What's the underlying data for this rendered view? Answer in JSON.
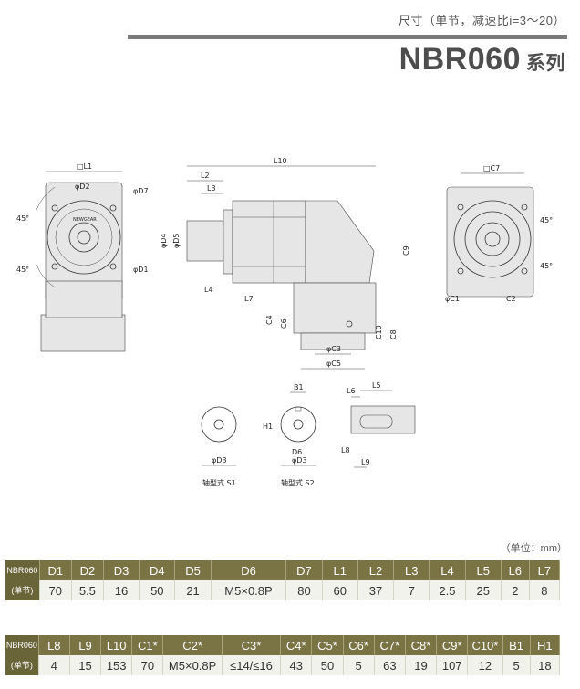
{
  "header": {
    "subtitle": "尺寸（单节，减速比i=3～20）",
    "model": "NBR060",
    "series": "系列"
  },
  "drawing": {
    "labels": {
      "L1": "□L1",
      "D2": "φD2",
      "D7": "φD7",
      "D1": "φD1",
      "ang_top": "45°",
      "ang_bot": "45°",
      "L10": "L10",
      "L2": "L2",
      "L3": "L3",
      "D4": "φD4",
      "D5": "φD5",
      "L4": "L4",
      "L7": "L7",
      "C9": "C9",
      "C4": "C4",
      "C6": "C6",
      "C10": "C10",
      "C8": "C8",
      "C3": "φC3",
      "C5": "φC5",
      "C7": "□C7",
      "ang_r1": "45°",
      "ang_r2": "45°",
      "C1": "φC1",
      "C2": "C2",
      "B1": "B1",
      "H1": "H1",
      "D3a": "φD3",
      "D3b": "φD3",
      "D6": "D6",
      "L6": "L6",
      "L5": "L5",
      "L8": "L8",
      "L9": "L9",
      "shaft1": "轴型式 S1",
      "shaft2": "轴型式 S2",
      "brand": "NEWGEAR"
    }
  },
  "unit_note": "（单位：mm）",
  "table1": {
    "model": "NBR060",
    "model_sub": "(单节)",
    "headers": [
      "D1",
      "D2",
      "D3",
      "D4",
      "D5",
      "D6",
      "D7",
      "L1",
      "L2",
      "L3",
      "L4",
      "L5",
      "L6",
      "L7"
    ],
    "values": [
      "70",
      "5.5",
      "16",
      "50",
      "21",
      "M5×0.8P",
      "80",
      "60",
      "37",
      "7",
      "2.5",
      "25",
      "2",
      "8"
    ]
  },
  "table2": {
    "model": "NBR060",
    "model_sub": "(单节)",
    "headers": [
      "L8",
      "L9",
      "L10",
      "C1*",
      "C2*",
      "C3*",
      "C4*",
      "C5*",
      "C6*",
      "C7*",
      "C8*",
      "C9*",
      "C10*",
      "B1",
      "H1"
    ],
    "values": [
      "4",
      "15",
      "153",
      "70",
      "M5×0.8P",
      "≤14/≤16",
      "43",
      "50",
      "5",
      "63",
      "19",
      "107",
      "12",
      "5",
      "18"
    ]
  }
}
